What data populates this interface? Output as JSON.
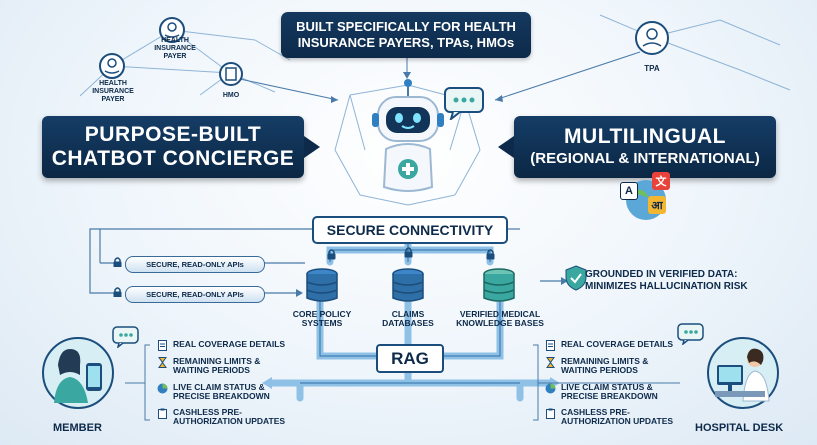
{
  "header": {
    "line1": "BUILT SPECIFICALLY FOR HEALTH",
    "line2": "INSURANCE PAYERS, TPAs, HMOs"
  },
  "network": {
    "payer1": "HEALTH INSURANCE PAYER",
    "payer2": "HEALTH INSURANCE PAYER",
    "hmo": "HMO",
    "tpa": "TPA"
  },
  "left_banner": {
    "line1": "PURPOSE-BUILT",
    "line2": "CHATBOT CONCIERGE"
  },
  "right_banner": {
    "line1": "MULTILINGUAL",
    "line2": "(REGIONAL & INTERNATIONAL)"
  },
  "translate_glyphs": {
    "a": "A",
    "b": "文",
    "c": "आ"
  },
  "connectivity": {
    "title": "SECURE CONNECTIVITY",
    "api1": "SECURE, READ-ONLY APIs",
    "api2": "SECURE, READ-ONLY APIs",
    "db1": "CORE POLICY SYSTEMS",
    "db2": "CLAIMS DATABASES",
    "db3": "VERIFIED MEDICAL KNOWLEDGE BASES",
    "grounded1": "GROUNDED IN VERIFIED DATA:",
    "grounded2": "MINIMIZES HALLUCINATION RISK",
    "rag": "RAG"
  },
  "features_left": [
    "REAL COVERAGE DETAILS",
    "REMAINING LIMITS & WAITING PERIODS",
    "LIVE CLAIM STATUS & PRECISE BREAKDOWN",
    "CASHLESS PRE-AUTHORIZATION UPDATES"
  ],
  "features_right": [
    "REAL COVERAGE DETAILS",
    "REMAINING LIMITS & WAITING PERIODS",
    "LIVE CLAIM STATUS & PRECISE BREAKDOWN",
    "CASHLESS PRE-AUTHORIZATION UPDATES"
  ],
  "people": {
    "member": "MEMBER",
    "desk": "HOSPITAL DESK"
  },
  "colors": {
    "navy": "#0d2a4a",
    "blue": "#2f7fc1",
    "teal": "#3aa8a0",
    "pipe": "#8fc1e6"
  }
}
